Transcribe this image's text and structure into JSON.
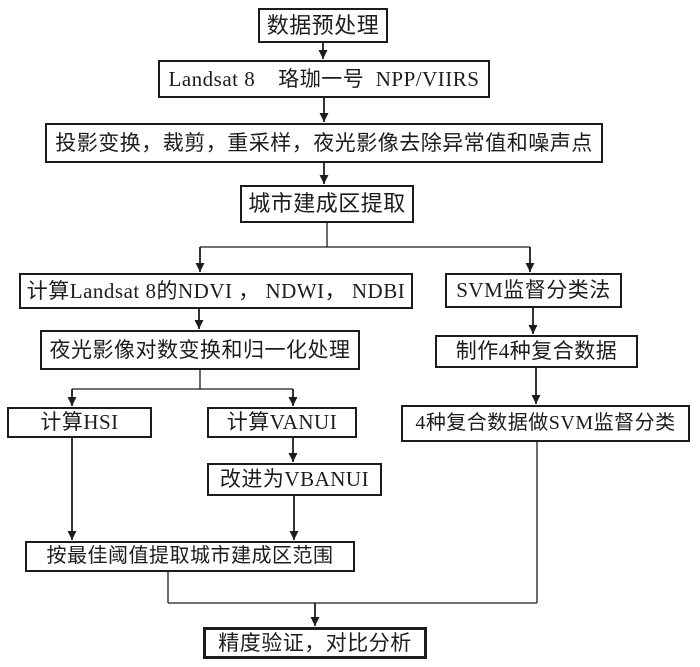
{
  "diagram": {
    "background": "#ffffff",
    "line_color": "#1c1c1c",
    "nodes": {
      "preprocess": {
        "label": "数据预处理"
      },
      "sources": {
        "label": "Landsat 8    珞珈一号  NPP/VIIRS"
      },
      "cleanup": {
        "label": "投影变换，裁剪，重采样，夜光影像去除异常值和噪声点"
      },
      "extract": {
        "label": "城市建成区提取"
      },
      "indices": {
        "label": "计算Landsat 8的NDVI ， NDWI， NDBI"
      },
      "svm_method": {
        "label": "SVM监督分类法"
      },
      "lognorm": {
        "label": "夜光影像对数变换和归一化处理"
      },
      "composite": {
        "label": "制作4种复合数据"
      },
      "hsi": {
        "label": "计算HSI"
      },
      "vanui": {
        "label": "计算VANUI"
      },
      "svm_classify": {
        "label": "4种复合数据做SVM监督分类"
      },
      "vbanui": {
        "label": "改进为VBANUI"
      },
      "threshold": {
        "label": "按最佳阈值提取城市建成区范围"
      },
      "validation": {
        "label": "精度验证，对比分析"
      }
    }
  }
}
